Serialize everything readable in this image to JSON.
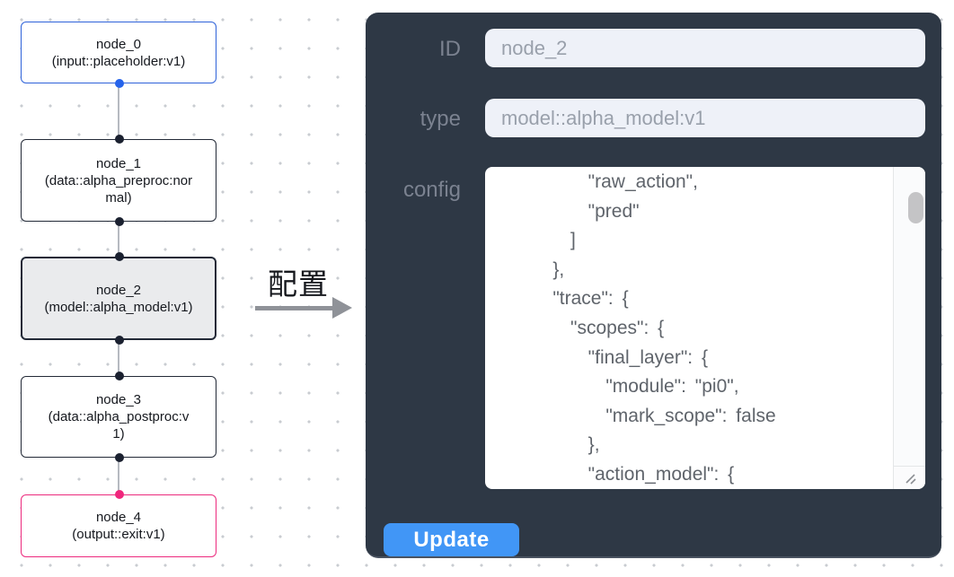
{
  "canvas": {
    "nodes": [
      {
        "id": "node_0",
        "title": "node_0",
        "subtitle": "(input::placeholder:v1)",
        "variant": "input",
        "border_color": "#2e62d9"
      },
      {
        "id": "node_1",
        "title": "node_1",
        "subtitle": "(data::alpha_preproc:normal)",
        "variant": "default",
        "border_color": "#232a37"
      },
      {
        "id": "node_2",
        "title": "node_2",
        "subtitle": "(model::alpha_model:v1)",
        "variant": "selected",
        "border_color": "#232a37"
      },
      {
        "id": "node_3",
        "title": "node_3",
        "subtitle": "(data::alpha_postproc:v1)",
        "variant": "default",
        "border_color": "#232a37"
      },
      {
        "id": "node_4",
        "title": "node_4",
        "subtitle": "(output::exit:v1)",
        "variant": "output",
        "border_color": "#ec2a7d"
      }
    ]
  },
  "transition": {
    "label": "配置"
  },
  "panel": {
    "fields": [
      {
        "label": "ID",
        "value": "node_2"
      },
      {
        "label": "type",
        "value": "model::alpha_model:v1"
      }
    ],
    "config_label": "config",
    "config_text": "        \"raw_action\",\n        \"pred\"\n      ]\n    },\n    \"trace\": {\n      \"scopes\": {\n        \"final_layer\": {\n          \"module\": \"pi0\",\n          \"mark_scope\": false\n        },\n        \"action_model\": {",
    "update_label": "Update"
  },
  "colors": {
    "panel_bg": "#2e3845",
    "input_bg": "#eef1f8",
    "node_selected_bg": "#eaebed",
    "port_input_blue": "#2563eb",
    "port_dark": "#1b2130",
    "port_output_pink": "#f0267c",
    "node_input_border": "#2e62d9",
    "node_output_border": "#ec2a7d",
    "edge_gray": "#b6bac1",
    "update_button_blue": "#4196f6"
  }
}
